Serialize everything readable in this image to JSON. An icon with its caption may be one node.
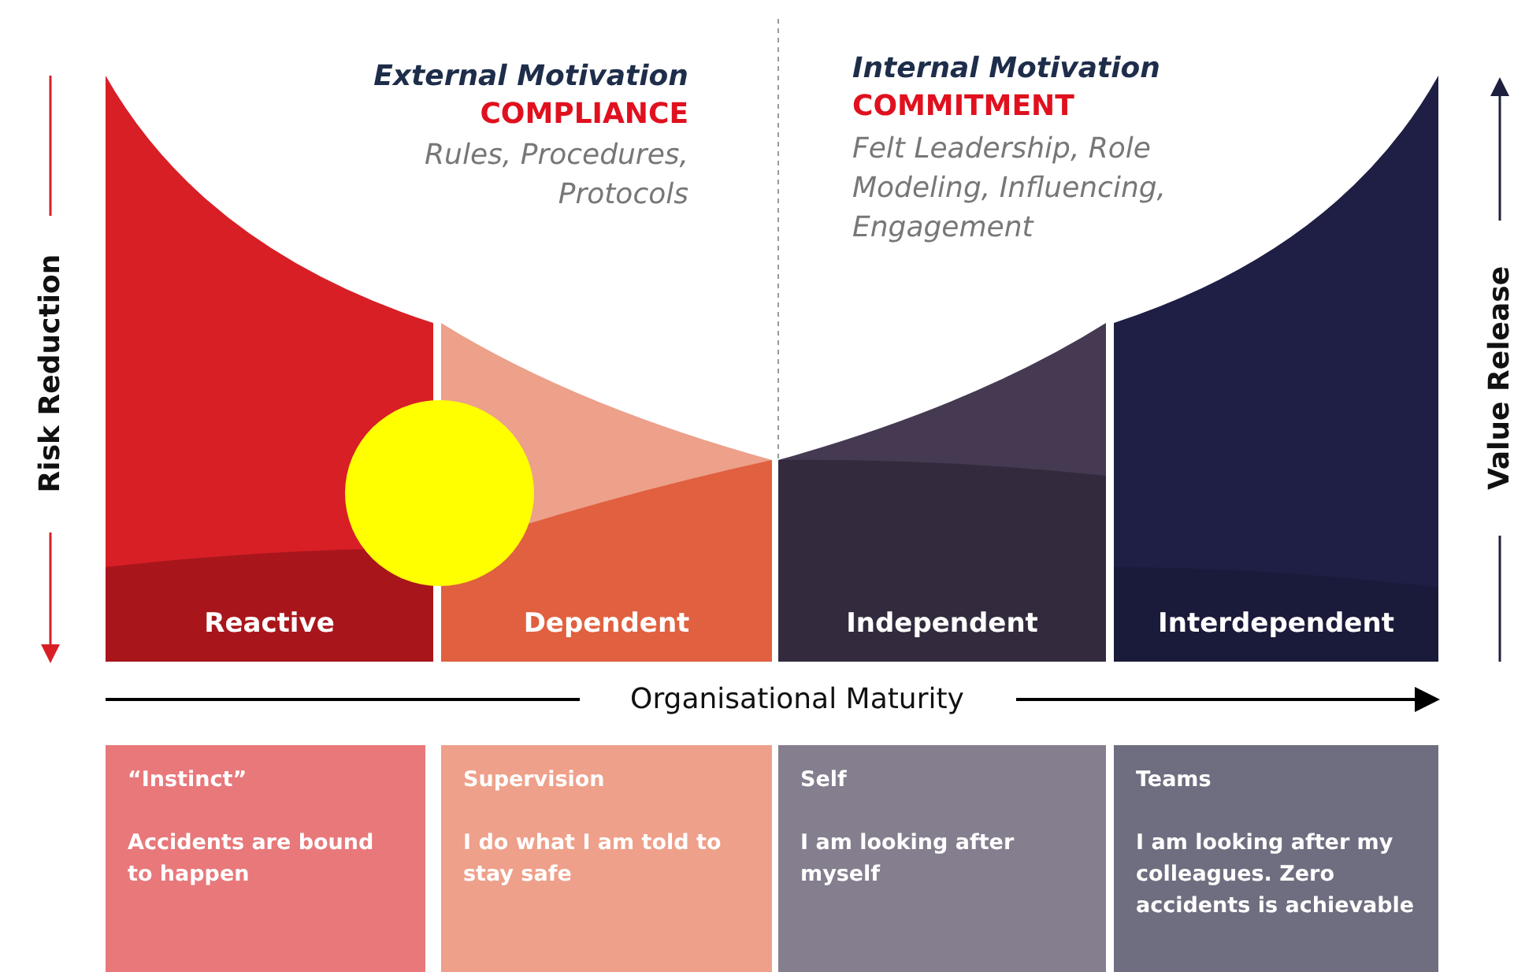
{
  "diagram": {
    "nodes": [
      {
        "text": [
          "Reactive"
        ]
      },
      {
        "text": [
          "Dependent"
        ]
      },
      {
        "text": [
          "Independent"
        ]
      },
      {
        "text": [
          "Interdependent"
        ]
      },
      {
        "text": [
          "“Instinct”",
          "Accidents are bound to happen"
        ]
      },
      {
        "text": [
          "Supervision",
          "I do what I am told to stay safe"
        ]
      },
      {
        "text": [
          "Self",
          "I am looking after myself"
        ]
      },
      {
        "text": [
          "Teams",
          "I am looking after my colleagues. Zero accidents is achievable"
        ]
      },
      {
        "text": [],
        "shape": "circle"
      }
    ],
    "edges": [],
    "labels": [
      "External Motivation",
      "COMPLIANCE",
      "Rules, Procedures, Protocols",
      "Internal Motivation",
      "COMMITMENT",
      "Felt Leadership, Role Modeling, Influencing, Engagement",
      "Risk Reduction",
      "Value Release",
      "Organisational Maturity"
    ]
  }
}
